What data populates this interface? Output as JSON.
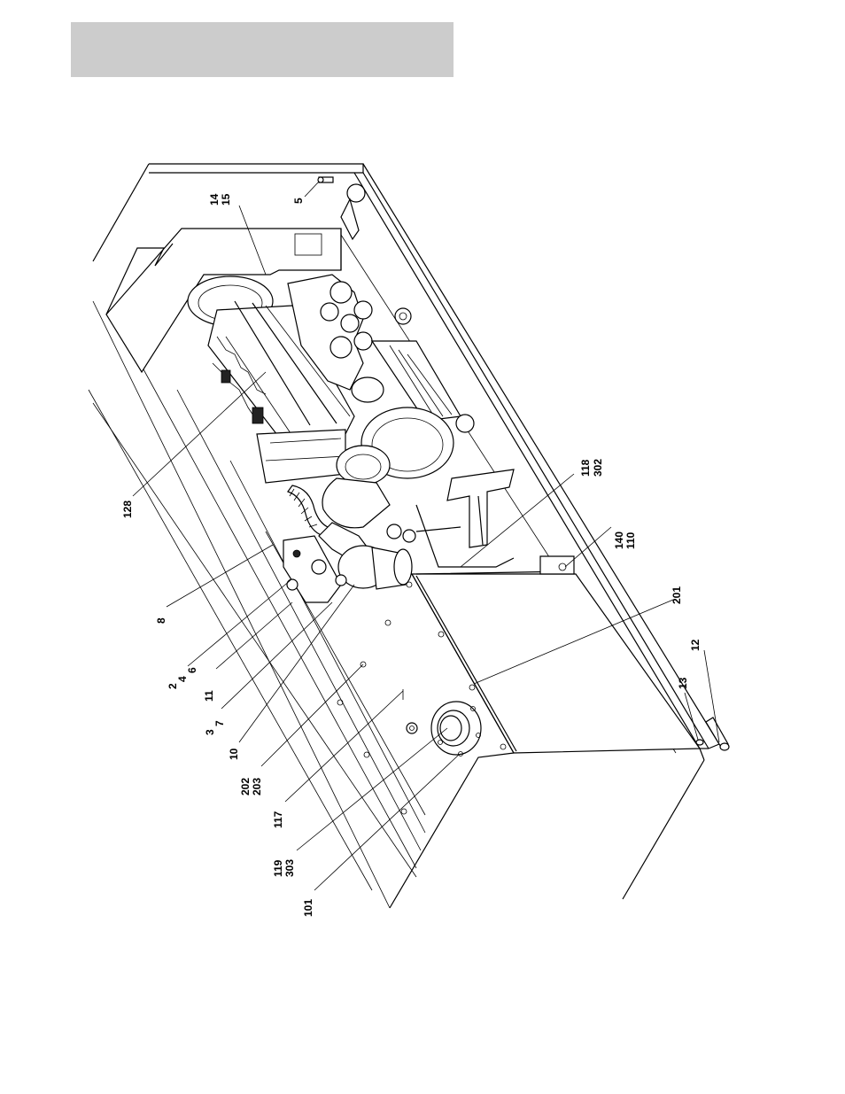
{
  "header": {
    "band_color": "#cccccc"
  },
  "callouts": {
    "c14": "14",
    "c15": "15",
    "c5": "5",
    "c128": "128",
    "c118": "118",
    "c302": "302",
    "c140": "140",
    "c110": "110",
    "c201": "201",
    "c12": "12",
    "c13": "13",
    "c8": "8",
    "c2": "2",
    "c4": "4",
    "c6": "6",
    "c11": "11",
    "c3": "3",
    "c7": "7",
    "c10": "10",
    "c202": "202",
    "c203": "203",
    "c117": "117",
    "c119": "119",
    "c303": "303",
    "c101": "101"
  }
}
